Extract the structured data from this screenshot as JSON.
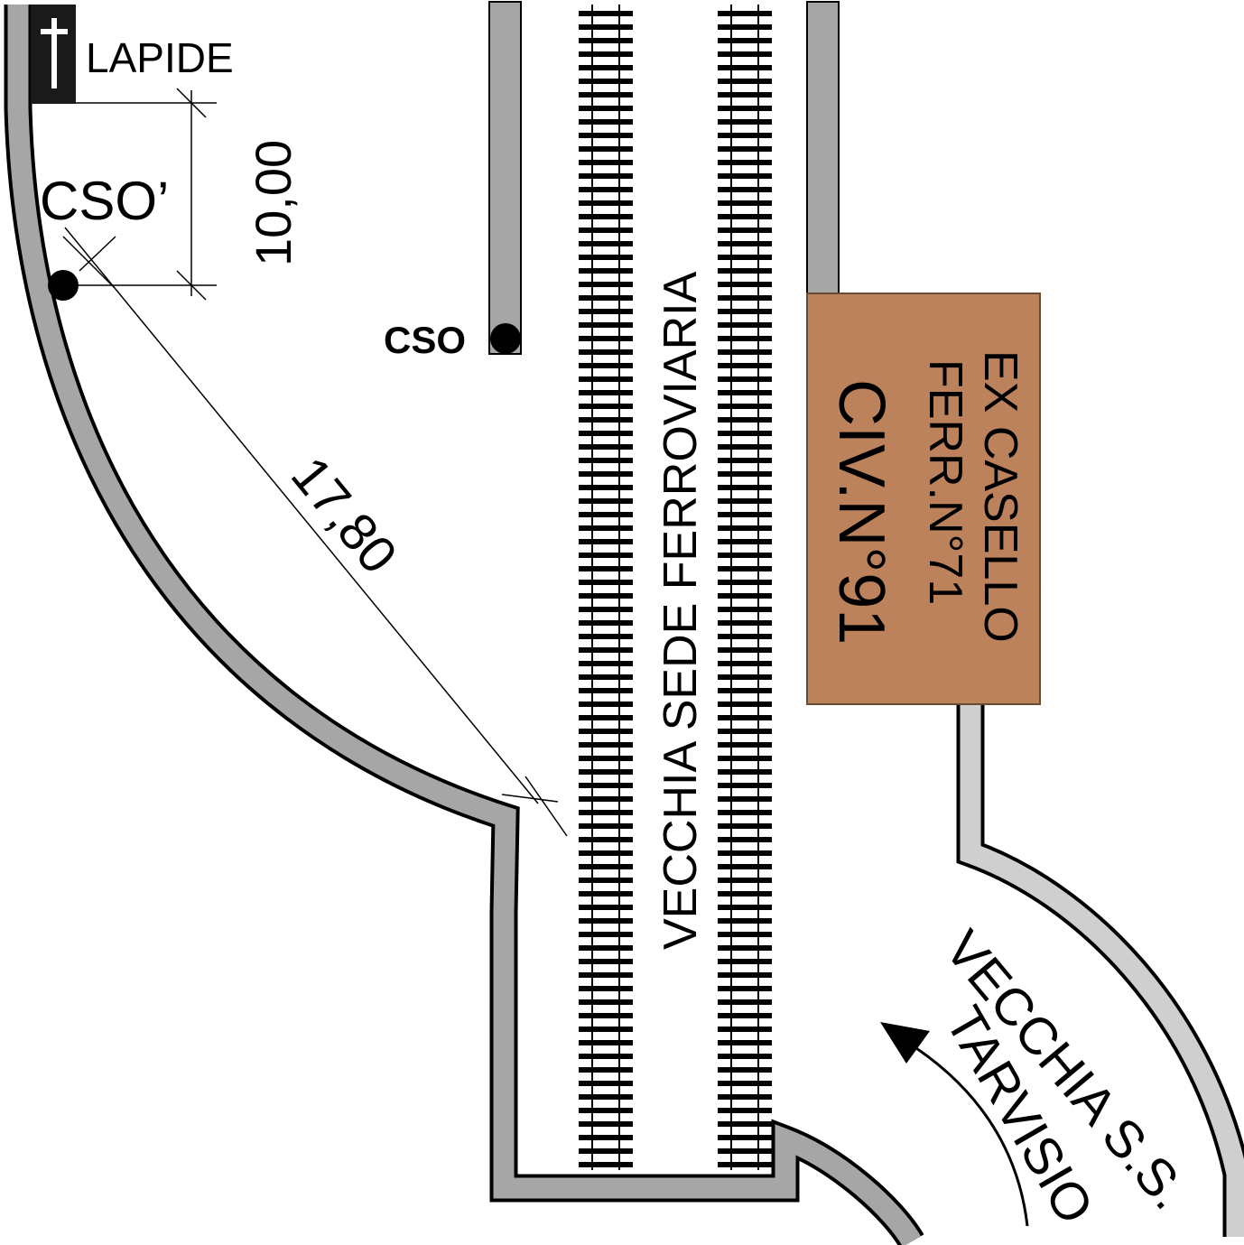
{
  "labels": {
    "lapide": "LAPIDE",
    "cso_prime": "CSO’",
    "cso": "CSO",
    "railway": "VECCHIA SEDE FERROVIARIA",
    "building_line1": "EX CASELLO",
    "building_line2": "FERR.N°71",
    "building_number": "CIV.N°91",
    "road_line1": "VECCHIA S.S.",
    "road_line2": "TARVISIO"
  },
  "dimensions": {
    "vertical": "10,00",
    "diagonal": "17,80"
  },
  "icons": {
    "grave_marker": "cross-icon",
    "direction": "arrow-icon"
  },
  "colors": {
    "wall_fill": "#a6a6a6",
    "building_fill": "#bc825c",
    "rail": "#000000"
  }
}
